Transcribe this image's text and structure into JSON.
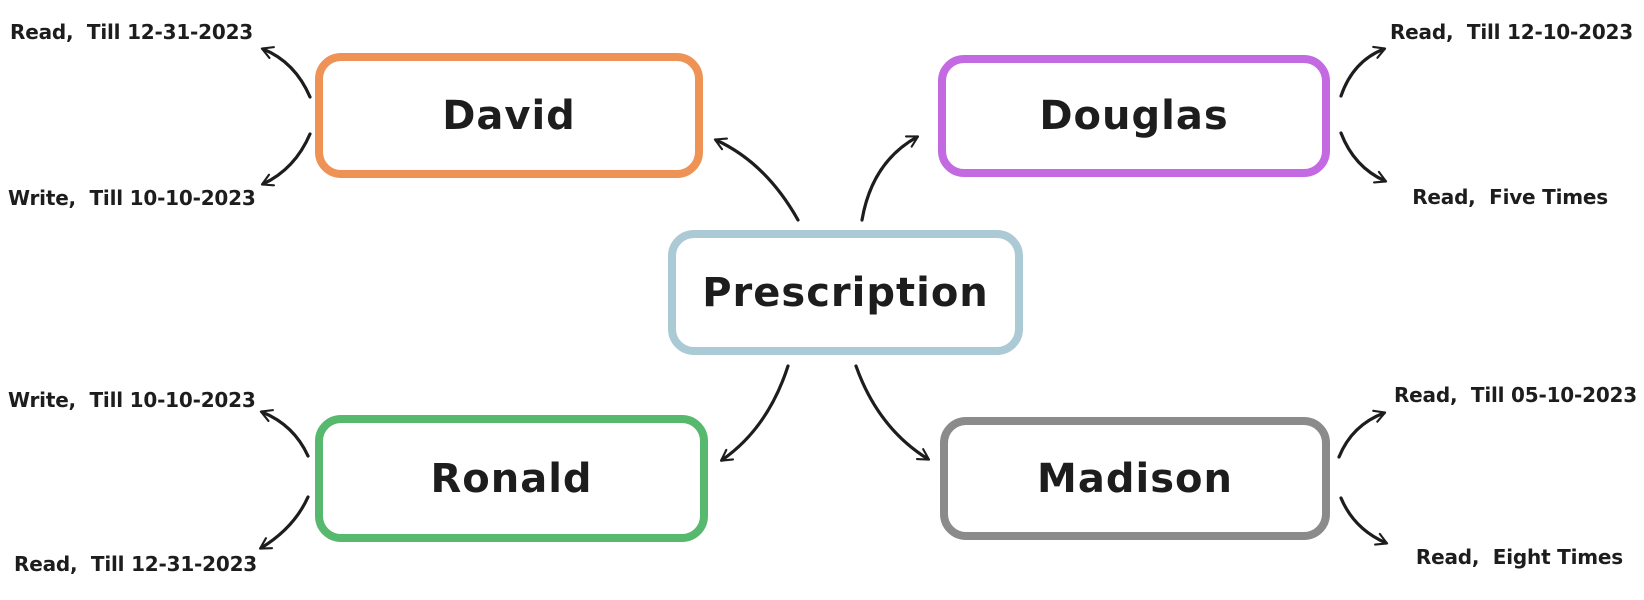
{
  "diagram": {
    "title": "Prescription access permissions mind map",
    "arrow_color": "#1d1d1d",
    "text_color": "#1d1d1d",
    "center": {
      "label": "Prescription",
      "color": "#abcad5"
    },
    "nodes": [
      {
        "name": "David",
        "color": "#ee9355",
        "position": "top-left",
        "permissions": [
          "Read,  Till 12-31-2023",
          "Write,  Till 10-10-2023"
        ]
      },
      {
        "name": "Douglas",
        "color": "#c36ae2",
        "position": "top-right",
        "permissions": [
          "Read,  Till 12-10-2023",
          "Read,  Five Times"
        ]
      },
      {
        "name": "Ronald",
        "color": "#57b96d",
        "position": "bottom-left",
        "permissions": [
          "Write,  Till 10-10-2023",
          "Read,  Till 12-31-2023"
        ]
      },
      {
        "name": "Madison",
        "color": "#8b8b8b",
        "position": "bottom-right",
        "permissions": [
          "Read,  Till 05-10-2023",
          "Read,  Eight Times"
        ]
      }
    ]
  }
}
